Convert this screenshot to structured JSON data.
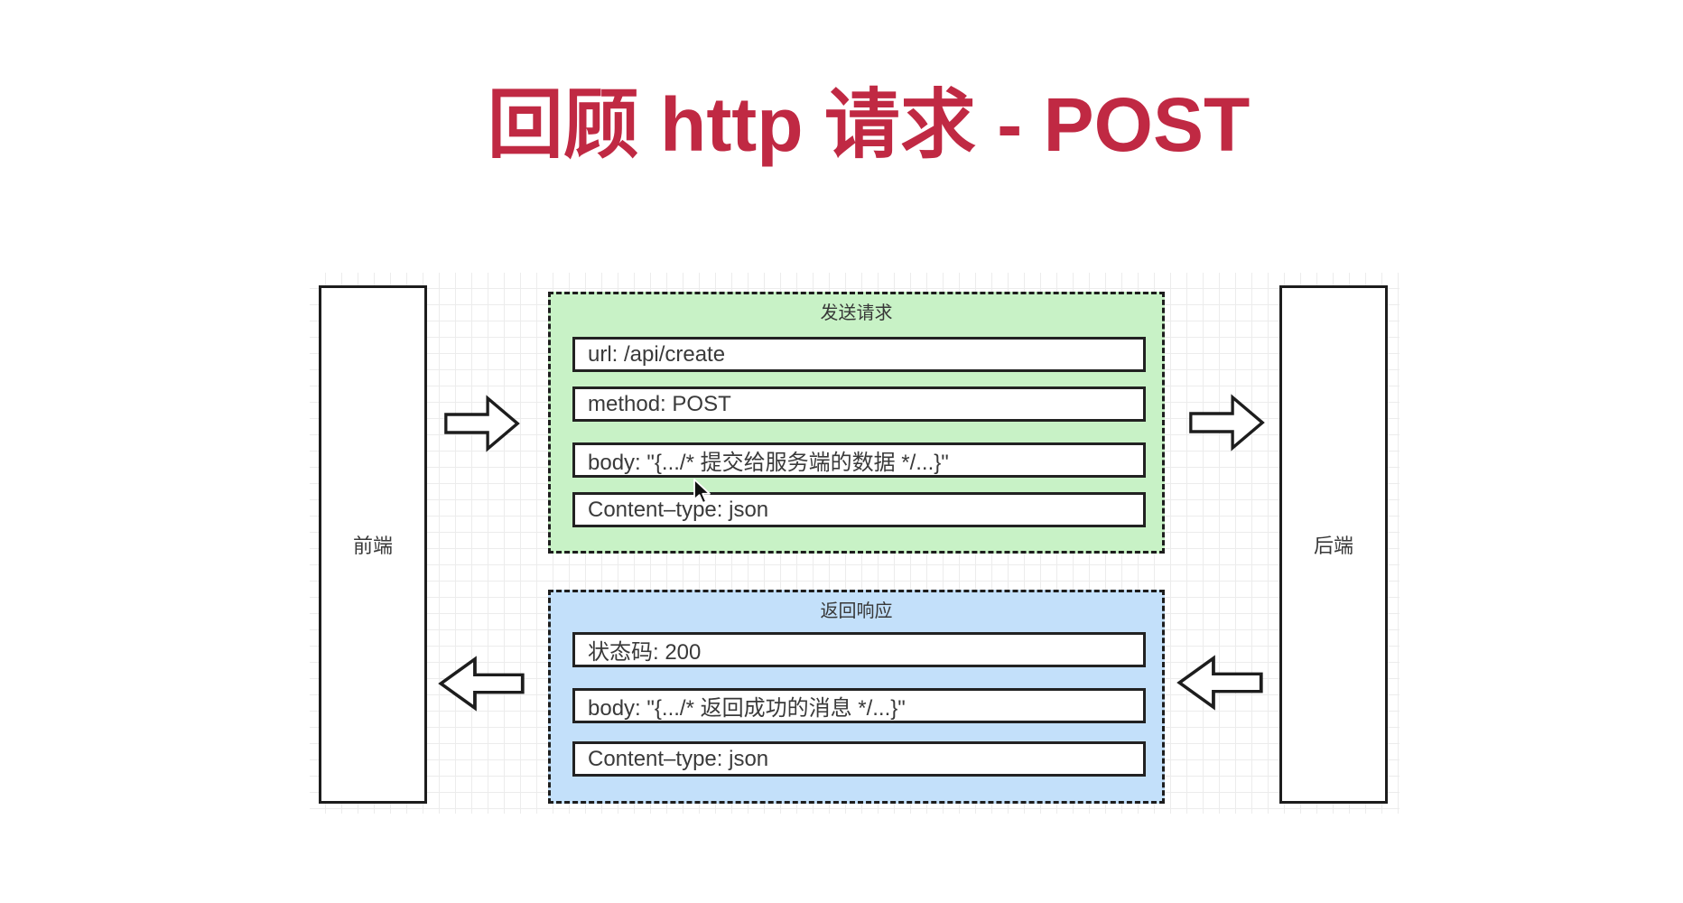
{
  "title": {
    "text": "回顾 http 请求 - POST",
    "color": "#c02943"
  },
  "frontend_box": {
    "label": "前端"
  },
  "backend_box": {
    "label": "后端"
  },
  "request_panel": {
    "title": "发送请求",
    "fill": "#c8f2c6",
    "rows": [
      "url: /api/create",
      "method: POST",
      "body: \"{.../* 提交给服务端的数据 */...}\"",
      "Content–type: json"
    ]
  },
  "response_panel": {
    "title": "返回响应",
    "fill": "#c3e0fa",
    "rows": [
      "状态码: 200",
      "body: \"{.../* 返回成功的消息 */...}\"",
      "Content–type: json"
    ]
  }
}
